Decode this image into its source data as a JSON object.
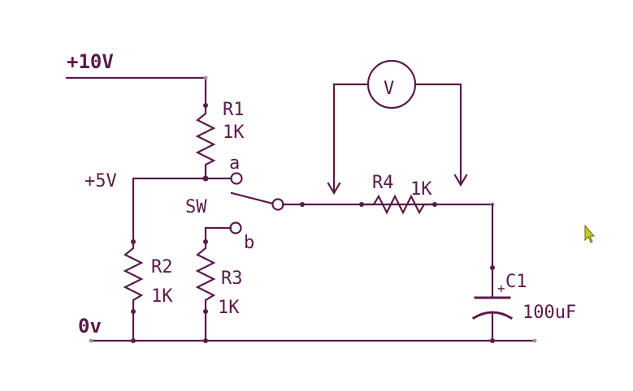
{
  "labels": {
    "supply_10v": "+10V",
    "supply_5v": "+5V",
    "ground": "0v",
    "r1_name": "R1",
    "r1_value": "1K",
    "r2_name": "R2",
    "r2_value": "1K",
    "r3_name": "R3",
    "r3_value": "1K",
    "r4_name": "R4",
    "r4_value": "1K",
    "c1_name": "C1",
    "c1_value": "100uF",
    "c1_polarity": "+",
    "switch_name": "SW",
    "contact_a": "a",
    "contact_b": "b",
    "voltmeter": "V"
  },
  "colors": {
    "wire": "#5a1a4a",
    "background": "#ffffff",
    "cursor": "#c8c820"
  },
  "icons": {
    "cursor": "mouse-pointer-icon"
  }
}
